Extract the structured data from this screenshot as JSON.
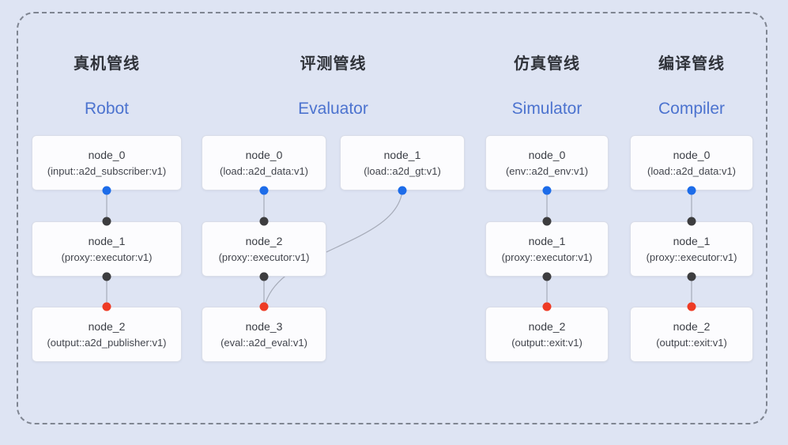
{
  "colors": {
    "background": "#dee4f3",
    "dashed_border": "#7f8591",
    "card_background": "#fcfcfe",
    "card_border": "#d9dde8",
    "connector_line": "#a6abb8",
    "port_blue": "#1d6ce9",
    "port_black": "#3d3d3f",
    "port_red": "#ee3b25",
    "title_zh_color": "#30333a",
    "title_en_color": "#4c73cf",
    "node_text_color": "#3b3e45"
  },
  "pipelines": [
    {
      "title_zh": "真机管线",
      "title_en": "Robot",
      "nodes": [
        {
          "name": "node_0",
          "type": "(input::a2d_subscriber:v1)"
        },
        {
          "name": "node_1",
          "type": "(proxy::executor:v1)"
        },
        {
          "name": "node_2",
          "type": "(output::a2d_publisher:v1)"
        }
      ]
    },
    {
      "title_zh": "评测管线",
      "title_en": "Evaluator",
      "nodes": [
        {
          "name": "node_0",
          "type": "(load::a2d_data:v1)"
        },
        {
          "name": "node_1",
          "type": "(load::a2d_gt:v1)"
        },
        {
          "name": "node_2",
          "type": "(proxy::executor:v1)"
        },
        {
          "name": "node_3",
          "type": "(eval::a2d_eval:v1)"
        }
      ]
    },
    {
      "title_zh": "仿真管线",
      "title_en": "Simulator",
      "nodes": [
        {
          "name": "node_0",
          "type": "(env::a2d_env:v1)"
        },
        {
          "name": "node_1",
          "type": "(proxy::executor:v1)"
        },
        {
          "name": "node_2",
          "type": "(output::exit:v1)"
        }
      ]
    },
    {
      "title_zh": "编译管线",
      "title_en": "Compiler",
      "nodes": [
        {
          "name": "node_0",
          "type": "(load::a2d_data:v1)"
        },
        {
          "name": "node_1",
          "type": "(proxy::executor:v1)"
        },
        {
          "name": "node_2",
          "type": "(output::exit:v1)"
        }
      ]
    }
  ]
}
